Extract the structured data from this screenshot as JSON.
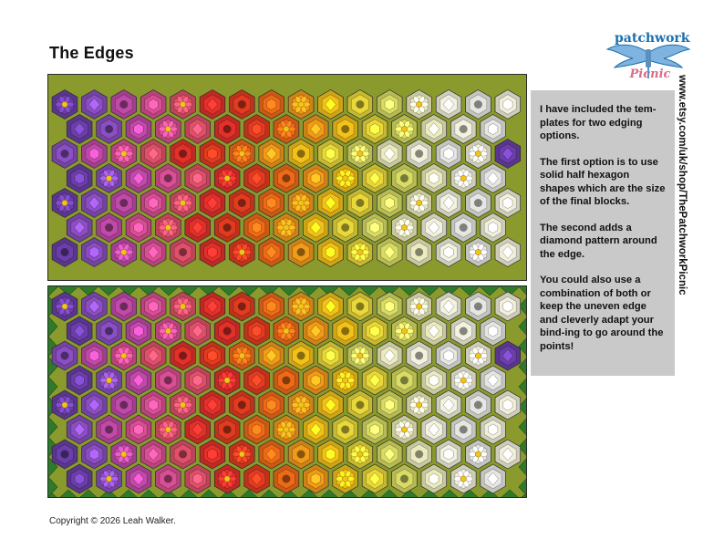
{
  "page": {
    "title": "The Edges",
    "copyright": "Copyright © 2026 Leah Walker."
  },
  "logo": {
    "name_top": "patchwork",
    "name_bottom": "Picnic",
    "brand_blue": "#1d6fae",
    "brand_pink": "#d96b8a"
  },
  "sidebar_url": "www.etsy.com/uk/shop/ThePatchworkPicnic",
  "info": {
    "paragraphs": [
      "I have included the tem-plates for two edging options.",
      "The first option is to use solid half hexagon shapes which are the size of the final blocks.",
      "The second adds a diamond pattern around the edge.",
      "You could also use a combination of both or keep the uneven edge and cleverly adapt your bind-ing to go around the points!"
    ]
  },
  "quilt_palette": {
    "edge_olive": "#8a9a2c",
    "diamond_green": "#2f7a2a",
    "column_colors": [
      "#6a3fa8",
      "#8a4fc0",
      "#c04aa8",
      "#d94f93",
      "#e0506a",
      "#e2302a",
      "#e23b20",
      "#ee6a18",
      "#f29a1a",
      "#f3c21a",
      "#e9d83a",
      "#d8dc64",
      "#ecebc0",
      "#f3f1df",
      "#e6e6e2",
      "#f2f0dc"
    ]
  }
}
